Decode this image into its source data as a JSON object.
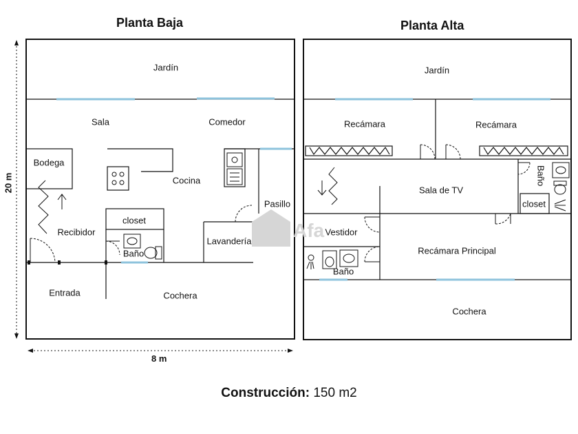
{
  "titles": {
    "ground": "Planta Baja",
    "upper": "Planta Alta"
  },
  "dimensions": {
    "height": "20 m",
    "width": "8 m"
  },
  "ground_rooms": {
    "jardin": "Jardín",
    "sala": "Sala",
    "comedor": "Comedor",
    "bodega": "Bodega",
    "cocina": "Cocina",
    "pasillo": "Pasillo",
    "closet": "closet",
    "recibidor": "Recibidor",
    "bano": "Baño",
    "lavanderia": "Lavandería",
    "entrada": "Entrada",
    "cochera": "Cochera"
  },
  "upper_rooms": {
    "jardin": "Jardín",
    "recamara_1": "Recámara",
    "recamara_2": "Recámara",
    "bano": "Baño",
    "sala_tv": "Sala de TV",
    "closet": "closet",
    "vestidor": "Vestidor",
    "recamara_principal": "Recámara Principal",
    "bano_2": "Baño",
    "cochera": "Cochera"
  },
  "footer": {
    "label": "Construcción:",
    "value": "150 m2"
  },
  "watermark": {
    "text": "Afa"
  },
  "colors": {
    "wall": "#111111",
    "window": "#8ec3dc",
    "watermark": "#d6d6d6",
    "background": "#ffffff"
  }
}
